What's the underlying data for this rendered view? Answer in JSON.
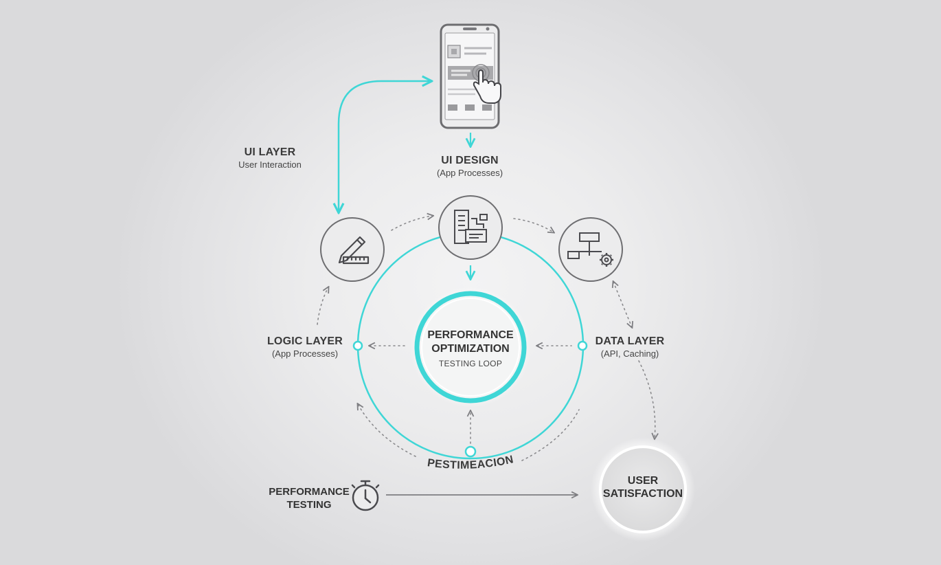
{
  "labels": {
    "ui_layer": {
      "title": "UI LAYER",
      "subtitle": "User Interaction"
    },
    "ui_design": {
      "title": "UI DESIGN",
      "subtitle": "(App Processes)"
    },
    "logic_layer": {
      "title": "LOGIC LAYER",
      "subtitle": "(App Processes)"
    },
    "data_layer": {
      "title": "DATA LAYER",
      "subtitle": "(API, Caching)"
    },
    "center": {
      "line1": "PERFORMANCE",
      "line2": "OPTIMIZATION",
      "line3": "TESTING LOOP"
    },
    "bottom_arc": "PESTIMEACION",
    "performance_testing": {
      "line1": "PERFORMANCE",
      "line2": "TESTING"
    },
    "user_satisfaction": {
      "line1": "USER",
      "line2": "SATISFACTION"
    }
  },
  "icons": {
    "phone": "smartphone-tap-icon",
    "logic": "pencil-ruler-icon",
    "ui_design": "code-module-icon",
    "data": "flowchart-gear-icon",
    "testing": "stopwatch-icon"
  },
  "colors": {
    "accent": "#3fd6d6",
    "line": "#6d6d70",
    "dotted": "#8a8a8d"
  }
}
